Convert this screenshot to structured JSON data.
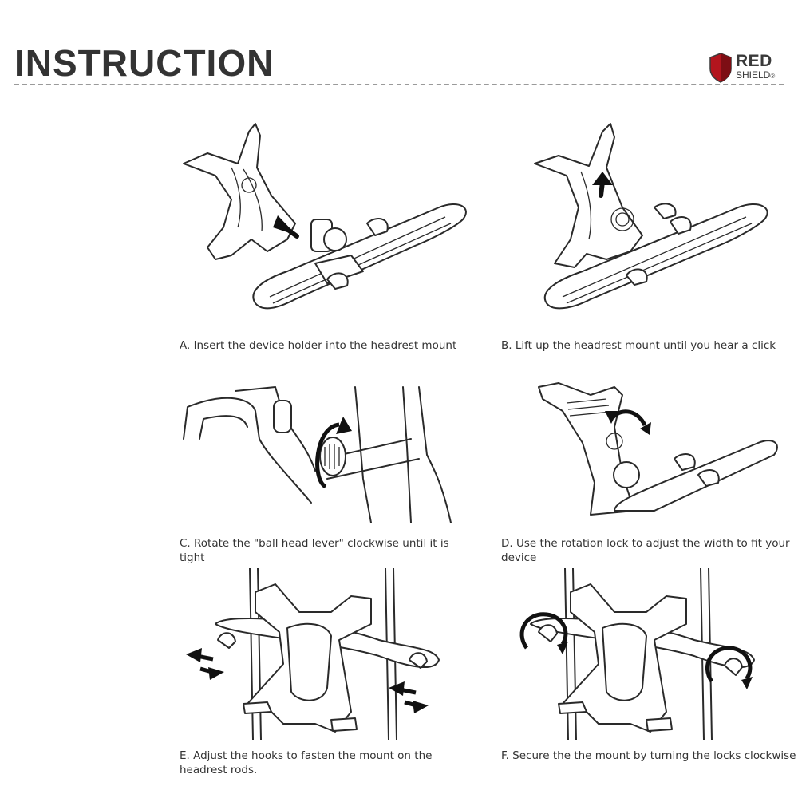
{
  "header": {
    "title": "INSTRUCTION",
    "logo": {
      "line1": "RED",
      "line2": "SHIELD",
      "mark": "®",
      "shield_color": "#b3151e"
    }
  },
  "steps": [
    {
      "caption": "A. Insert the device holder into the headrest mount",
      "icon": "insert-arrow-icon"
    },
    {
      "caption": "B. Lift up the headrest mount until you hear a click",
      "icon": "lift-arrow-icon"
    },
    {
      "caption": "C. Rotate the \"ball head lever\" clockwise until it is tight",
      "icon": "rotate-clockwise-icon"
    },
    {
      "caption": "D. Use the rotation lock to adjust the width to fit your device",
      "icon": "double-curved-arrow-icon"
    },
    {
      "caption": "E. Adjust the hooks to fasten the mount on the headrest rods.",
      "icon": "double-arrow-icon"
    },
    {
      "caption": "F. Secure the the mount by turning the locks clockwise",
      "icon": "rotate-clockwise-icon"
    }
  ]
}
